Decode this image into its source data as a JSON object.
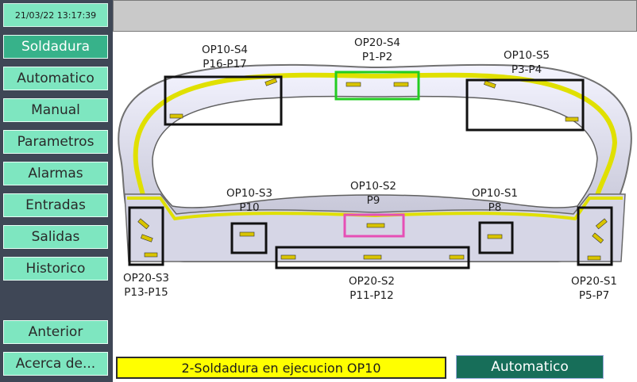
{
  "clock": "21/03/22 13:17:39",
  "nav": {
    "items": [
      "Soldadura",
      "Automatico",
      "Manual",
      "Parametros",
      "Alarmas",
      "Entradas",
      "Salidas",
      "Historico"
    ],
    "anterior": "Anterior",
    "acerca": "Acerca de..."
  },
  "stations": [
    {
      "op": "OP10-S4",
      "p": "P16-P17"
    },
    {
      "op": "OP20-S4",
      "p": "P1-P2"
    },
    {
      "op": "OP10-S5",
      "p": "P3-P4"
    },
    {
      "op": "OP10-S3",
      "p": "P10"
    },
    {
      "op": "OP10-S2",
      "p": "P9"
    },
    {
      "op": "OP10-S1",
      "p": "P8"
    },
    {
      "op": "OP20-S3",
      "p": "P13-P15"
    },
    {
      "op": "OP20-S2",
      "p": "P11-P12"
    },
    {
      "op": "OP20-S1",
      "p": "P5-P7"
    }
  ],
  "status": {
    "text": "2-Soldadura en ejecucion OP10",
    "mode": "Automatico"
  },
  "colors": {
    "accent": "#7ee6c0",
    "active": "#37b28a",
    "part_outline": "#e0e000",
    "highlight_green": "#22cc22",
    "highlight_pink": "#e64fb5"
  }
}
